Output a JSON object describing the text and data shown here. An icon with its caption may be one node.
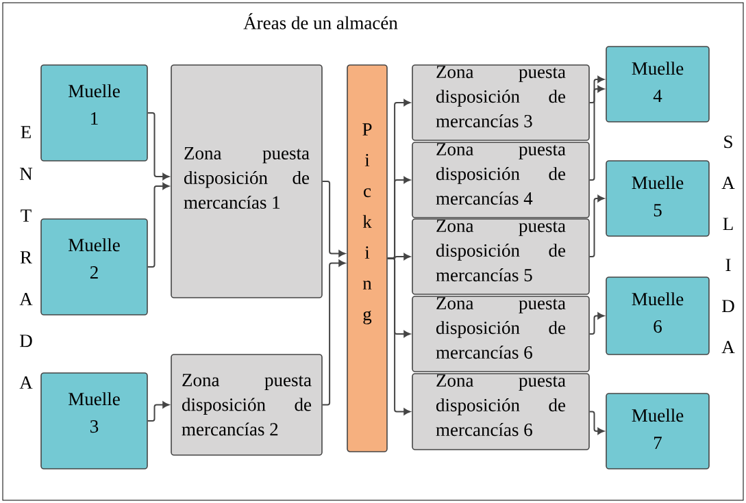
{
  "diagram": {
    "title": "Áreas de un almacén",
    "nodes": [
      {
        "text": [
          "Muelle 1"
        ]
      },
      {
        "text": [
          "Muelle 2"
        ]
      },
      {
        "text": [
          "Muelle 3"
        ]
      },
      {
        "text": [
          "Zona puesta disposición de mercancías 1"
        ]
      },
      {
        "text": [
          "Zona puesta disposición de mercancías 2"
        ]
      },
      {
        "text": [
          "Picking"
        ]
      },
      {
        "text": [
          "Zona puesta disposición de mercancías 3"
        ]
      },
      {
        "text": [
          "Zona puesta disposición de mercancías 4"
        ]
      },
      {
        "text": [
          "Zona puesta disposición de mercancías 5"
        ]
      },
      {
        "text": [
          "Zona puesta disposición de mercancías 6"
        ]
      },
      {
        "text": [
          "Zona puesta disposición de mercancías 6"
        ]
      },
      {
        "text": [
          "Muelle 4"
        ]
      },
      {
        "text": [
          "Muelle 5"
        ]
      },
      {
        "text": [
          "Muelle 6"
        ]
      },
      {
        "text": [
          "Muelle 7"
        ]
      }
    ],
    "edges": [
      {
        "from": 0,
        "to": 3,
        "arrow": "to"
      },
      {
        "from": 1,
        "to": 3,
        "arrow": "to"
      },
      {
        "from": 2,
        "to": 4,
        "arrow": "to"
      },
      {
        "from": 3,
        "to": 5,
        "arrow": "to"
      },
      {
        "from": 4,
        "to": 5,
        "arrow": "to"
      },
      {
        "from": 5,
        "to": 6,
        "arrow": "to"
      },
      {
        "from": 5,
        "to": 7,
        "arrow": "to"
      },
      {
        "from": 5,
        "to": 8,
        "arrow": "to"
      },
      {
        "from": 5,
        "to": 9,
        "arrow": "to"
      },
      {
        "from": 5,
        "to": 10,
        "arrow": "to"
      },
      {
        "from": 6,
        "to": 11,
        "arrow": "to"
      },
      {
        "from": 7,
        "to": 11,
        "arrow": "to"
      },
      {
        "from": 8,
        "to": 12,
        "arrow": "to"
      },
      {
        "from": 9,
        "to": 13,
        "arrow": "to"
      },
      {
        "from": 10,
        "to": 14,
        "arrow": "to"
      }
    ],
    "labels": [
      "ENTRADA",
      "SALIDA"
    ]
  }
}
